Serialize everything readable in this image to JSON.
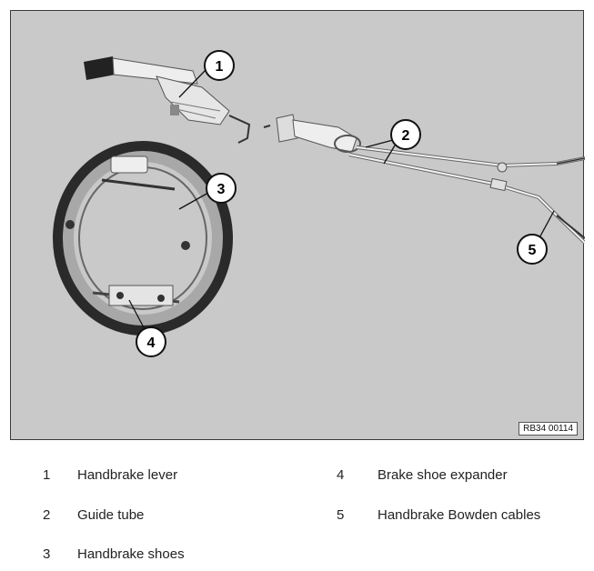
{
  "figure": {
    "id_label": "RB34 00114",
    "background": "#c9c9c9",
    "callouts": [
      {
        "num": "1"
      },
      {
        "num": "2"
      },
      {
        "num": "3"
      },
      {
        "num": "4"
      },
      {
        "num": "5"
      }
    ]
  },
  "legend": [
    {
      "num": "1",
      "text": "Handbrake lever"
    },
    {
      "num": "2",
      "text": "Guide tube"
    },
    {
      "num": "3",
      "text": "Handbrake shoes"
    },
    {
      "num": "4",
      "text": "Brake shoe expander"
    },
    {
      "num": "5",
      "text": "Handbrake Bowden cables"
    }
  ]
}
